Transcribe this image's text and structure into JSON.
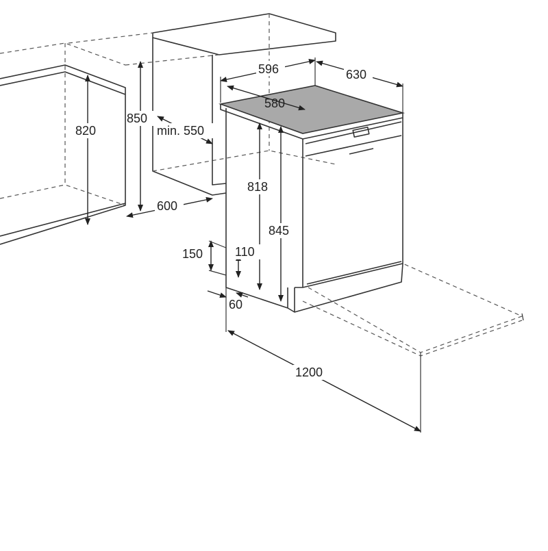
{
  "dimensions": {
    "width": "596",
    "depth": "630",
    "depth_inner": "580",
    "niche_height": "820",
    "counter_height": "850",
    "min_width": "min. 550",
    "niche_depth": "600",
    "body_height": "818",
    "total_height": "845",
    "plinth_height": "150",
    "plinth_min": "110",
    "plinth_depth": "60",
    "door_clearance": "1200"
  }
}
